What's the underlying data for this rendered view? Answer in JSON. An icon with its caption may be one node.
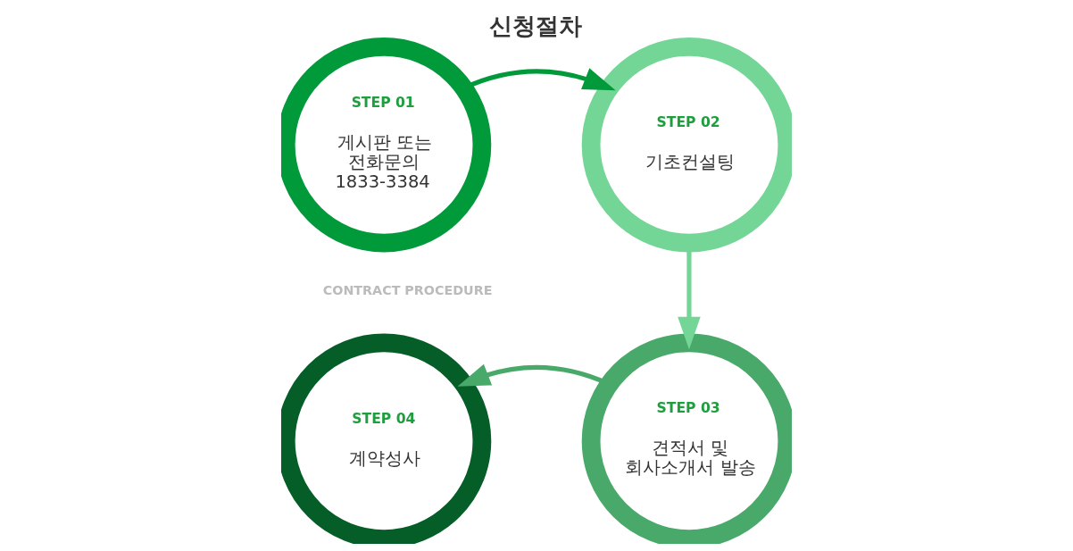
{
  "diagram": {
    "title": "신청절차",
    "nodes": [
      {
        "text": [
          "STEP 01",
          "게시판 또는 전화문의 1833-3384"
        ]
      },
      {
        "text": [
          "STEP 02",
          "기초컨설팅"
        ]
      },
      {
        "text": [
          "STEP 03",
          "견적서 및 회사소개서 발송"
        ]
      },
      {
        "text": [
          "STEP 04",
          "계약성사"
        ]
      }
    ],
    "edges": [
      {
        "from": 0,
        "to": 1,
        "arrow": "to",
        "color": "#009a3a"
      },
      {
        "from": 1,
        "to": 2,
        "arrow": "to",
        "color": "#74d696"
      },
      {
        "from": 2,
        "to": 3,
        "arrow": "to",
        "color": "#49a96a"
      }
    ],
    "labels": [
      "CONTRACT PROCEDURE"
    ]
  }
}
